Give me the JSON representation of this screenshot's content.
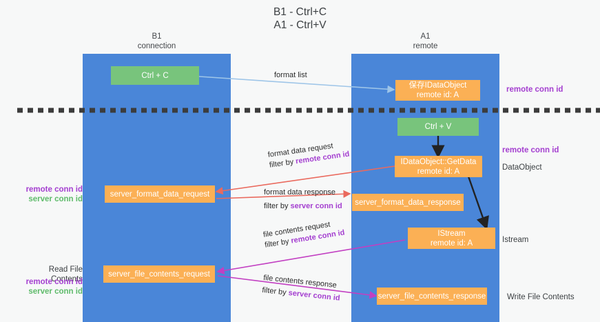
{
  "title": "B1 - Ctrl+C\nA1 - Ctrl+V",
  "lanes": [
    {
      "name": "b1",
      "header": "B1\nconnection",
      "color": "#4a86d8"
    },
    {
      "name": "a1",
      "header": "A1\nremote",
      "color": "#4a86d8"
    }
  ],
  "nodes": {
    "ctrl_c": "Ctrl + C",
    "save_idataobject": "保存IDataObject\nremote id: A",
    "ctrl_v": "Ctrl + V",
    "idataobject_getdata": "IDataObject::GetData\nremote id: A",
    "server_format_data_request": "server_format_data_request",
    "server_format_data_response": "server_format_data_response",
    "istream": "IStream\nremote id: A",
    "server_file_contents_request": "server_file_contents_request",
    "server_file_contents_response": "server_file_contents_response"
  },
  "edge_labels": {
    "format_list": "format list",
    "format_data_request": "format data request",
    "format_data_request_filter_prefix": "filter by ",
    "format_data_request_filter_value": "remote conn id",
    "format_data_response": "format data response",
    "format_data_response_filter_prefix": "filter by ",
    "format_data_response_filter_value": "server conn id",
    "file_contents_request": "file contents request",
    "file_contents_request_filter_prefix": "filter by ",
    "file_contents_request_filter_value": "remote conn id",
    "file_contents_response": "file contents response",
    "file_contents_response_filter_prefix": "filter by ",
    "file_contents_response_filter_value": "server conn id"
  },
  "right_labels": {
    "remote_conn_id_top": "remote conn id",
    "remote_conn_id_mid": "remote conn id",
    "dataobject": "DataObject",
    "istream": "Istream",
    "write_file_contents": "Write File Contents"
  },
  "left_labels": {
    "conn_remote_mid": "remote conn id",
    "conn_server_mid": "server conn id",
    "read_file_contents": "Read File Contents",
    "conn_remote_bottom": "remote conn id",
    "conn_server_bottom": "server conn id"
  },
  "colors": {
    "lane": "#4a86d8",
    "node_green": "#78c47c",
    "node_orange": "#fbb055",
    "purple": "#a43fd0",
    "green_text": "#5fbb6b",
    "arrow_blue": "#9ec5e8",
    "arrow_red": "#ea6a5e",
    "arrow_magenta": "#c23fc2",
    "arrow_black": "#222222",
    "divider": "#3c3c3c",
    "background": "#f7f8f8"
  }
}
